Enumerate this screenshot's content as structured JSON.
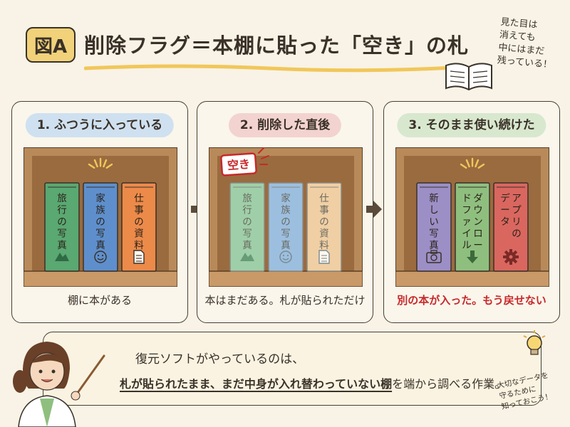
{
  "header": {
    "badge": "図A",
    "title": "削除フラグ＝本棚に貼った「空き」の札",
    "side_note": [
      "見た目は",
      "消えても",
      "中にはまだ",
      "残っている！"
    ]
  },
  "colors": {
    "pill1": "#cfe1f0",
    "pill2": "#f3d3cf",
    "pill3": "#d8e8cf",
    "shelf_wood": "#b88a5a",
    "shelf_inner": "#9a6b3f",
    "accent_red": "#c8282a",
    "highlight": "#f1d27a"
  },
  "panels": [
    {
      "title": "1. ふつうに入っている",
      "caption": "棚に本がある",
      "caption_red": false,
      "faded": false,
      "books": [
        {
          "label": "旅行の写真",
          "icon": "mountain-icon",
          "color": "#5aa872"
        },
        {
          "label": "家族の写真",
          "icon": "smiley-icon",
          "color": "#5e8fcc"
        },
        {
          "label": "仕事の資料",
          "icon": "document-icon",
          "color": "#ec8a4a"
        }
      ]
    },
    {
      "title": "2. 削除した直後",
      "caption": "本はまだある。札が貼られただけ",
      "caption_red": false,
      "faded": true,
      "tag": "空き",
      "books": [
        {
          "label": "旅行の写真",
          "icon": "mountain-icon",
          "color": "#9fcfa8"
        },
        {
          "label": "家族の写真",
          "icon": "smiley-icon",
          "color": "#9cbfe0"
        },
        {
          "label": "仕事の資料",
          "icon": "document-icon",
          "color": "#f0cfa4"
        }
      ]
    },
    {
      "title": "3. そのまま使い続けた",
      "caption": "別の本が入った。もう戻せない",
      "caption_red": true,
      "faded": false,
      "books": [
        {
          "label": "新しい写真",
          "icon": "camera-icon",
          "color": "#9c8fc6"
        },
        {
          "label": "ダウンロードファイル",
          "icon": "download-arrow-icon",
          "color": "#8fbf7f"
        },
        {
          "label": "アプリのデータ",
          "icon": "gear-icon",
          "color": "#d9675f"
        }
      ]
    }
  ],
  "bottom": {
    "line1": "復元ソフトがやっているのは、",
    "line2_bold": "札が貼られたまま、まだ中身が入れ替わっていない棚",
    "line2_rest": "を端から調べる作業。",
    "note": [
      "大切なデータを",
      "守るために",
      "知っておこう！"
    ]
  }
}
